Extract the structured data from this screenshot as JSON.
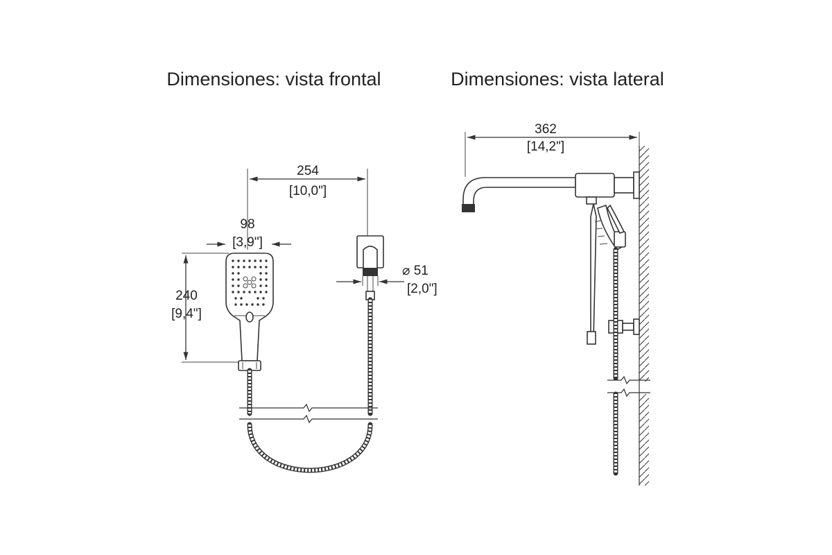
{
  "titles": {
    "front": "Dimensiones: vista frontal",
    "side": "Dimensiones: vista lateral"
  },
  "front_view": {
    "width_total": {
      "mm": "254",
      "inch": "[10,0\"]"
    },
    "head_width": {
      "mm": "98",
      "inch": "[3,9\"]"
    },
    "head_height": {
      "mm": "240",
      "inch": "[9,4\"]"
    },
    "diameter": {
      "mm": "⌀ 51",
      "inch": "[2,0\"]"
    }
  },
  "side_view": {
    "arm_length": {
      "mm": "362",
      "inch": "[14,2\"]"
    }
  },
  "colors": {
    "line": "#333333",
    "background": "#ffffff"
  }
}
